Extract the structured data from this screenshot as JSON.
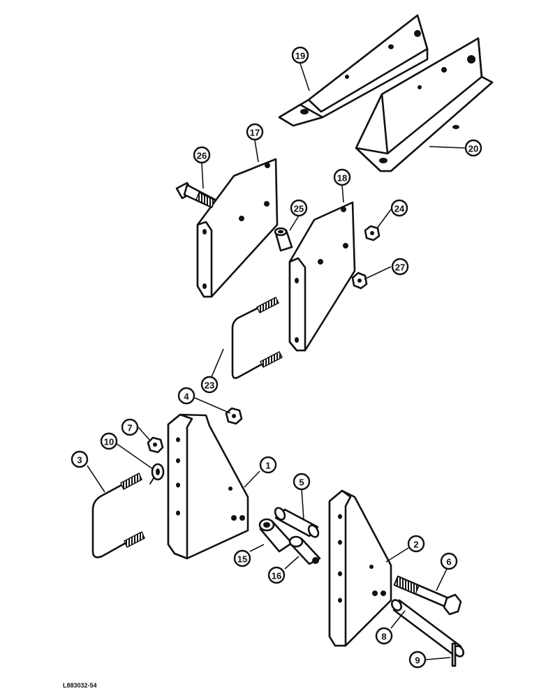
{
  "figure_id": "L883032-54",
  "callouts": [
    {
      "id": "c1",
      "label": "1"
    },
    {
      "id": "c2",
      "label": "2"
    },
    {
      "id": "c3",
      "label": "3"
    },
    {
      "id": "c4",
      "label": "4"
    },
    {
      "id": "c5",
      "label": "5"
    },
    {
      "id": "c6",
      "label": "6"
    },
    {
      "id": "c7",
      "label": "7"
    },
    {
      "id": "c8",
      "label": "8"
    },
    {
      "id": "c9",
      "label": "9"
    },
    {
      "id": "c10",
      "label": "10"
    },
    {
      "id": "c15",
      "label": "15"
    },
    {
      "id": "c16",
      "label": "16"
    },
    {
      "id": "c17",
      "label": "17"
    },
    {
      "id": "c18",
      "label": "18"
    },
    {
      "id": "c19",
      "label": "19"
    },
    {
      "id": "c20",
      "label": "20"
    },
    {
      "id": "c23",
      "label": "23"
    },
    {
      "id": "c24",
      "label": "24"
    },
    {
      "id": "c25",
      "label": "25"
    },
    {
      "id": "c26",
      "label": "26"
    },
    {
      "id": "c27",
      "label": "27"
    }
  ]
}
